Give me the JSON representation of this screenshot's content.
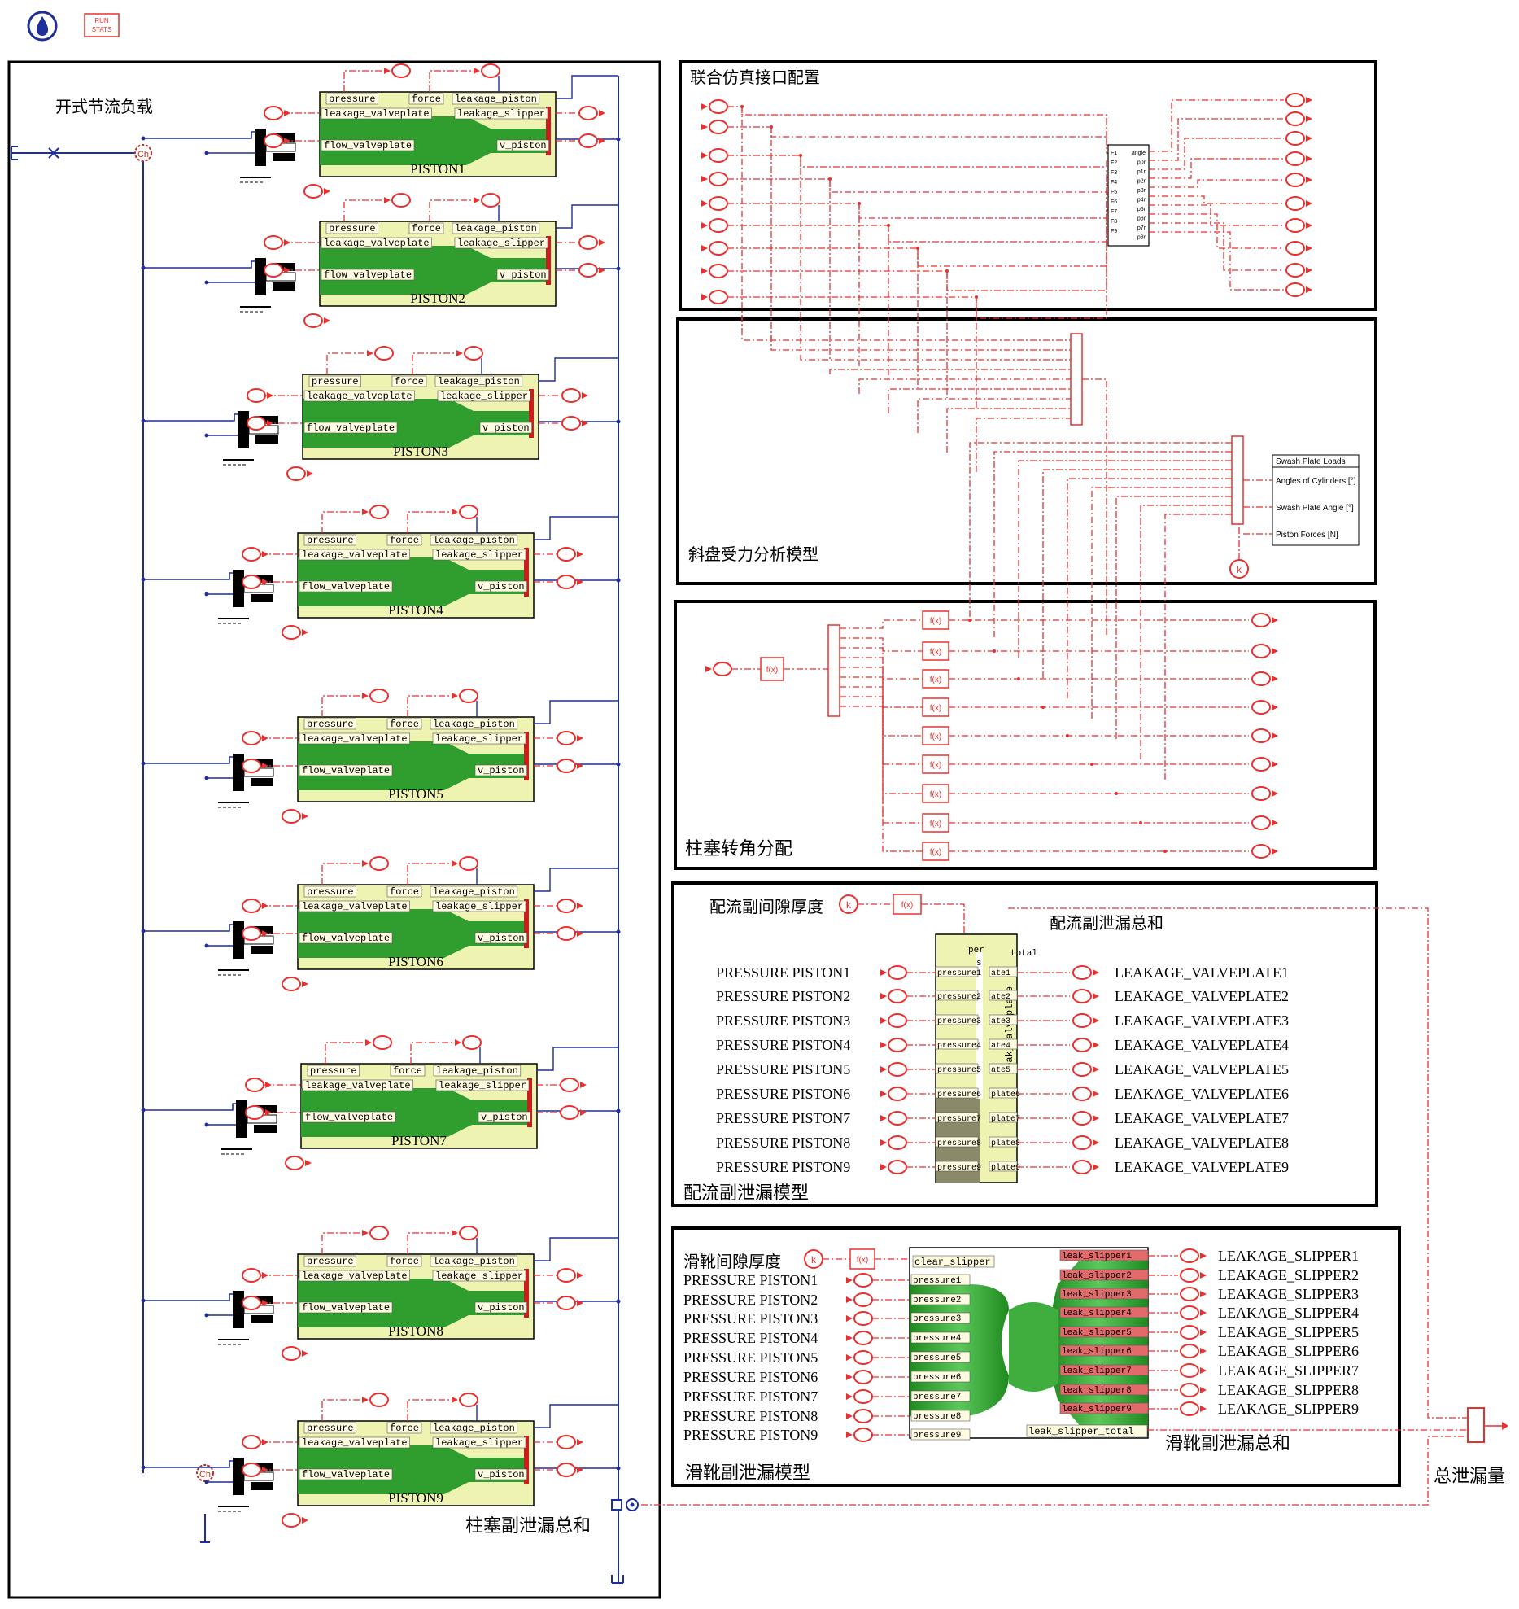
{
  "toolbar": {
    "run_stats_label": [
      "RUN",
      "STATS"
    ]
  },
  "left_panel": {
    "load_label": "开式节流负载",
    "leak_sum_label": "柱塞副泄漏总和",
    "ch_label": "Ch",
    "pistons": [
      {
        "name": "PISTON1"
      },
      {
        "name": "PISTON2"
      },
      {
        "name": "PISTON3"
      },
      {
        "name": "PISTON4"
      },
      {
        "name": "PISTON5"
      },
      {
        "name": "PISTON6"
      },
      {
        "name": "PISTON7"
      },
      {
        "name": "PISTON8"
      },
      {
        "name": "PISTON9"
      }
    ],
    "piston_ports": {
      "pressure": "pressure",
      "force": "force",
      "leakage_piston": "leakage_piston",
      "leakage_valveplate": "leakage_valveplate",
      "leakage_slipper": "leakage_slipper",
      "flow_valveplate": "flow_valveplate",
      "v_piston": "v_piston"
    }
  },
  "cosim_panel": {
    "title": "联合仿真接口配置",
    "block_ports_left": [
      "F1",
      "F2",
      "F3",
      "F4",
      "F5",
      "F6",
      "F7",
      "F8",
      "F9"
    ],
    "block_ports_right": [
      "angle",
      "p0r",
      "p1r",
      "p2r",
      "p3r",
      "p4r",
      "p5r",
      "p6r",
      "p7r",
      "p8r"
    ]
  },
  "swash_panel": {
    "title": "斜盘受力分析模型",
    "legend": [
      "Swash Plate Loads",
      "Angles of Cylinders [°]",
      "Swash Plate Angle [°]",
      "Piston Forces [N]"
    ],
    "k_label": "k"
  },
  "angle_panel": {
    "title": "柱塞转角分配",
    "fx_label": "f(x)"
  },
  "valveplate_panel": {
    "gap_label": "配流副间隙厚度",
    "sum_label": "配流副泄漏总和",
    "title": "配流副泄漏模型",
    "k_label": "k",
    "block_header": [
      "per",
      "s",
      "total"
    ],
    "block_side_label": "leak_valveplate",
    "inputs": [
      "PRESSURE PISTON1",
      "PRESSURE PISTON2",
      "PRESSURE PISTON3",
      "PRESSURE PISTON4",
      "PRESSURE PISTON5",
      "PRESSURE PISTON6",
      "PRESSURE PISTON7",
      "PRESSURE PISTON8",
      "PRESSURE PISTON9"
    ],
    "block_inputs": [
      "pressure1",
      "pressure2",
      "pressure3",
      "pressure4",
      "pressure5",
      "pressure6",
      "pressure7",
      "pressure8",
      "pressure9"
    ],
    "block_outputs": [
      "ate1",
      "ate2",
      "ate3",
      "ate4",
      "ate5",
      "plate6",
      "plate7",
      "plate8",
      "plate9"
    ],
    "outputs": [
      "LEAKAGE_VALVEPLATE1",
      "LEAKAGE_VALVEPLATE2",
      "LEAKAGE_VALVEPLATE3",
      "LEAKAGE_VALVEPLATE4",
      "LEAKAGE_VALVEPLATE5",
      "LEAKAGE_VALVEPLATE6",
      "LEAKAGE_VALVEPLATE7",
      "LEAKAGE_VALVEPLATE8",
      "LEAKAGE_VALVEPLATE9"
    ]
  },
  "slipper_panel": {
    "gap_label": "滑靴间隙厚度",
    "sum_label": "滑靴副泄漏总和",
    "title": "滑靴副泄漏模型",
    "k_label": "k",
    "clear_label": "clear_slipper",
    "total_label": "leak_slipper_total",
    "inputs": [
      "PRESSURE PISTON1",
      "PRESSURE PISTON2",
      "PRESSURE PISTON3",
      "PRESSURE PISTON4",
      "PRESSURE PISTON5",
      "PRESSURE PISTON6",
      "PRESSURE PISTON7",
      "PRESSURE PISTON8",
      "PRESSURE PISTON9"
    ],
    "block_inputs": [
      "pressure1",
      "pressure2",
      "pressure3",
      "pressure4",
      "pressure5",
      "pressure6",
      "pressure7",
      "pressure8",
      "pressure9"
    ],
    "block_outputs": [
      "leak_slipper1",
      "leak_slipper2",
      "leak_slipper3",
      "leak_slipper4",
      "leak_slipper5",
      "leak_slipper6",
      "leak_slipper7",
      "leak_slipper8",
      "leak_slipper9"
    ],
    "outputs": [
      "LEAKAGE_SLIPPER1",
      "LEAKAGE_SLIPPER2",
      "LEAKAGE_SLIPPER3",
      "LEAKAGE_SLIPPER4",
      "LEAKAGE_SLIPPER5",
      "LEAKAGE_SLIPPER6",
      "LEAKAGE_SLIPPER7",
      "LEAKAGE_SLIPPER8",
      "LEAKAGE_SLIPPER9"
    ]
  },
  "total_leak_label": "总泄漏量",
  "colors": {
    "signal_red": "#e8302e",
    "hydraulic_blue": "#1f2f9a",
    "block_green": "#2f9e2f",
    "block_light": "#eef3b2",
    "frame": "#000000"
  }
}
